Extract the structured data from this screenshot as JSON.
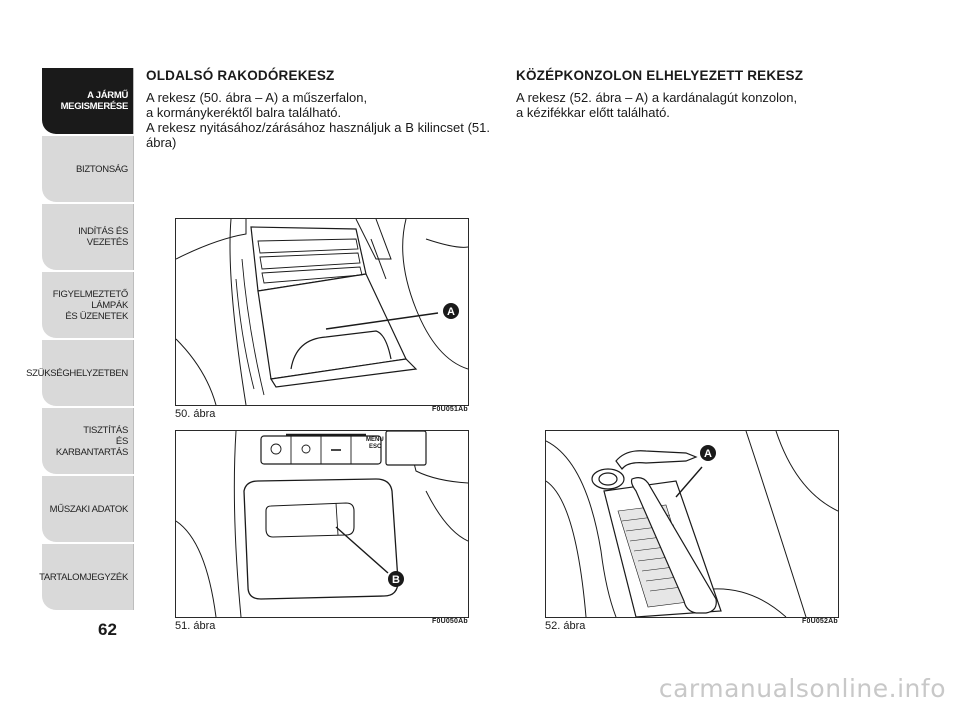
{
  "sidebar": {
    "tabs": [
      {
        "label": "A JÁRMŰ\nMEGISMERÉSE",
        "active": true
      },
      {
        "label": "BIZTONSÁG",
        "active": false
      },
      {
        "label": "INDÍTÁS ÉS VEZETÉS",
        "active": false
      },
      {
        "label": "FIGYELMEZTETŐ\nLÁMPÁK\nÉS ÜZENETEK",
        "active": false
      },
      {
        "label": "SZÜKSÉGHELYZETBEN",
        "active": false
      },
      {
        "label": "TISZTÍTÁS\nÉS KARBANTARTÁS",
        "active": false
      },
      {
        "label": "MŰSZAKI ADATOK",
        "active": false
      },
      {
        "label": "TARTALOMJEGYZÉK",
        "active": false
      }
    ]
  },
  "page_number": "62",
  "left": {
    "heading": "OLDALSÓ RAKODÓREKESZ",
    "line1": "A rekesz (50. ábra – A) a műszerfalon,",
    "line2": "a kormánykeréktől balra található.",
    "line3": "A rekesz nyitásához/zárásához használjuk a B kilincset (51. ábra)"
  },
  "right": {
    "heading": "KÖZÉPKONZOLON ELHELYEZETT REKESZ",
    "line1": "A rekesz (52. ábra – A) a kardánalagút konzolon,",
    "line2": "a kézifékkar előtt található."
  },
  "figures": {
    "fig50": {
      "caption": "50. ábra",
      "code": "F0U051Ab",
      "label": "A"
    },
    "fig51": {
      "caption": "51. ábra",
      "code": "F0U050Ab",
      "label": "B",
      "button_text": "MENU\nESC"
    },
    "fig52": {
      "caption": "52. ábra",
      "code": "F0U052Ab",
      "label": "A"
    }
  },
  "watermark": "carmanualsonline.info",
  "colors": {
    "tab_bg": "#d9d9d9",
    "tab_active": "#1a1a1a",
    "marker": "#1a1a1a"
  }
}
